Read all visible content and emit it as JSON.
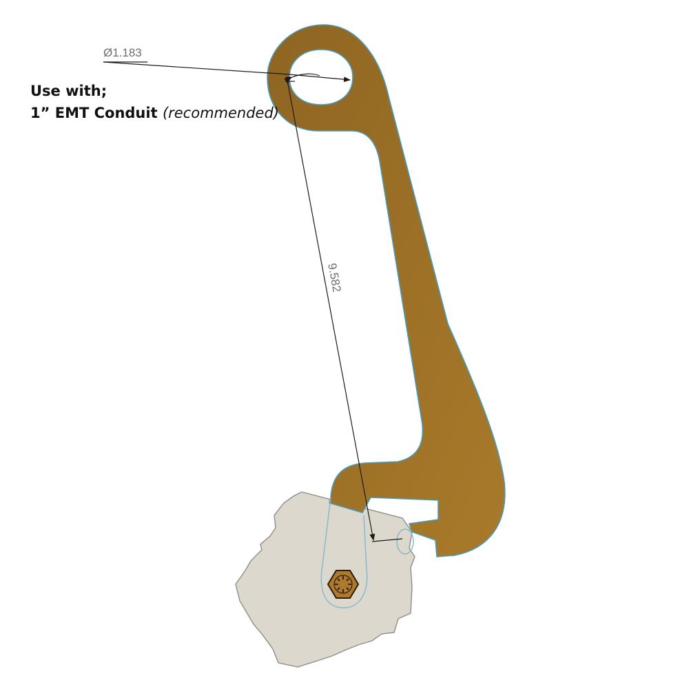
{
  "colors": {
    "lever_fill": "#9b6f26",
    "lever_outline": "#4a9bb8",
    "base_fill": "#dcd8cd",
    "base_outline": "#8a8a88",
    "dimension_line": "#1a1a1a",
    "dimension_text": "#6e6e6e",
    "bolt_fill": "#b07a2c"
  },
  "dimensions": {
    "hole_diameter": "Ø1.183",
    "center_distance": "9.582"
  },
  "note": {
    "line1": "Use with;",
    "line2_bold": "1” EMT Conduit",
    "line2_italic": "(recommended)"
  },
  "icons": [
    "hex-bolt-icon"
  ]
}
